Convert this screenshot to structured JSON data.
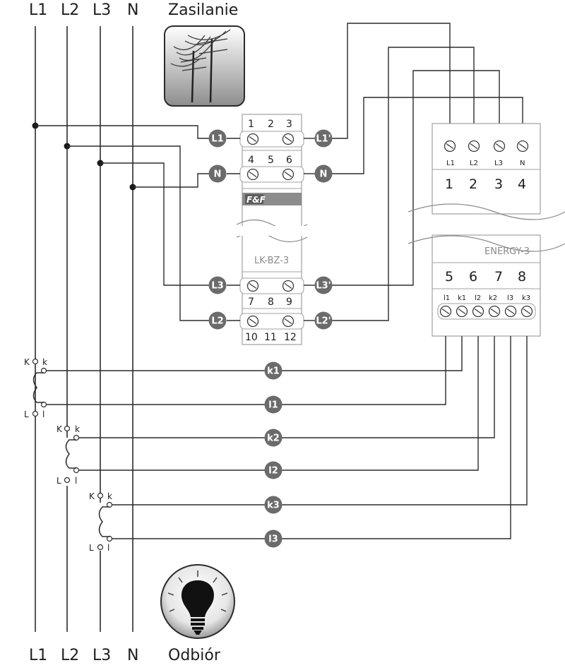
{
  "buses": {
    "top": [
      "L1",
      "L2",
      "L3",
      "N"
    ],
    "bottom": [
      "L1",
      "L2",
      "L3",
      "N"
    ]
  },
  "supply_label": "Zasilanie",
  "load_label": "Odbiór",
  "terminal_block": {
    "name": "LK-BZ-3",
    "brand": "F&F",
    "top_row_1": [
      "1",
      "2",
      "3"
    ],
    "top_row_2": [
      "4",
      "5",
      "6"
    ],
    "bottom_row_1": [
      "7",
      "8",
      "9"
    ],
    "bottom_row_2": [
      "10",
      "11",
      "12"
    ],
    "badges_left": [
      "L1",
      "N",
      "L3",
      "L2"
    ],
    "badges_right": [
      "L1'",
      "N",
      "L3'",
      "L2'"
    ]
  },
  "meter": {
    "name": "ENERGY-3",
    "top_terminals": [
      "L1",
      "L2",
      "L3",
      "N"
    ],
    "top_numbers": [
      "1",
      "2",
      "3",
      "4"
    ],
    "bottom_numbers": [
      "5",
      "6",
      "7",
      "8"
    ],
    "bottom_terminals": [
      "l1",
      "k1",
      "l2",
      "k2",
      "l3",
      "k3"
    ]
  },
  "ct_badges": [
    "k1",
    "l1",
    "k2",
    "l2",
    "k3",
    "l3"
  ],
  "ct_labels": {
    "K": "K",
    "k": "k",
    "L": "L",
    "l": "l"
  }
}
